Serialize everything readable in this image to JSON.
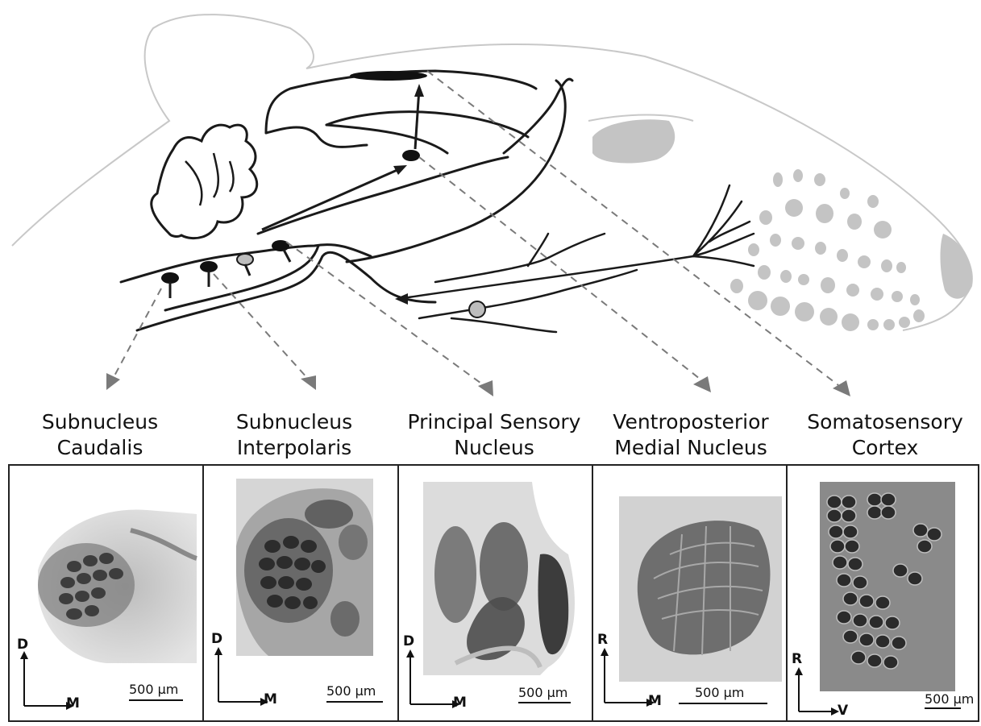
{
  "colors": {
    "outline": "#c8c8c8",
    "structure": "#1a1a1a",
    "whisker_fill": "#c4c4c4",
    "arrow_dash": "#7a7a7a",
    "nucleus_dark": "#111111",
    "nucleus_light": "#bdbdbd"
  },
  "labels": [
    {
      "line1": "Subnucleus",
      "line2": "Caudalis"
    },
    {
      "line1": "Subnucleus",
      "line2": "Interpolaris"
    },
    {
      "line1": "Principal Sensory",
      "line2": "Nucleus"
    },
    {
      "line1": "Ventroposterior",
      "line2": "Medial Nucleus"
    },
    {
      "line1": "Somatosensory",
      "line2": "Cortex"
    }
  ],
  "panels": [
    {
      "axis_vertical": "D",
      "axis_horizontal": "M",
      "scale_label": "500 µm"
    },
    {
      "axis_vertical": "D",
      "axis_horizontal": "M",
      "scale_label": "500 µm"
    },
    {
      "axis_vertical": "D",
      "axis_horizontal": "M",
      "scale_label": "500 µm"
    },
    {
      "axis_vertical": "R",
      "axis_horizontal": "M",
      "scale_label": "500 µm"
    },
    {
      "axis_vertical": "R",
      "axis_horizontal": "V",
      "scale_label": "500 µm"
    }
  ],
  "icons": {
    "brain_outline": "rat-head-outline-icon",
    "whisker_pad": "whisker-pad-icon",
    "trigeminal_ganglion": "ganglion-icon",
    "pathway_arrow": "dashed-arrow-icon"
  }
}
